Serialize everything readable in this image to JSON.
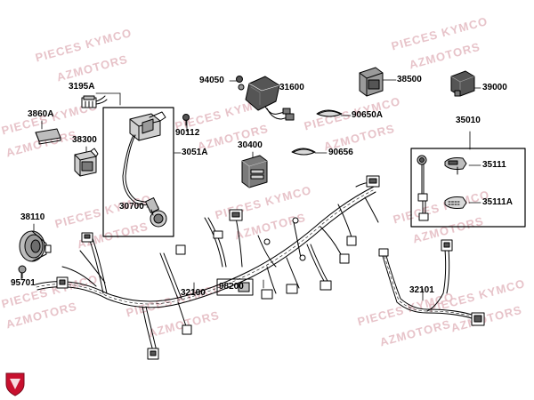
{
  "watermark": {
    "line1": "PIECES KYMCO",
    "line2": "AZMOTORS",
    "color": "#e3b9c0"
  },
  "colors": {
    "stroke": "#000000",
    "shade": "#bdbdbd",
    "dark": "#555555",
    "logo": "#c8102e"
  },
  "callouts": {
    "c3195A": "3195A",
    "c3860A": "3860A",
    "c38300": "38300",
    "c38110": "38110",
    "c95701": "95701",
    "c94050": "94050",
    "c31600": "31600",
    "c90112": "90112",
    "c3051A": "3051A",
    "c30700": "30700",
    "c90650A": "90650A",
    "c30400": "30400",
    "c90656": "90656",
    "c38500": "38500",
    "c39000": "39000",
    "c35010": "35010",
    "c35111": "35111",
    "c35111A": "35111A",
    "c32100": "32100",
    "c98200": "98200",
    "c32101": "32101"
  },
  "icons": {
    "logo": "azmotors-shield-logo"
  }
}
